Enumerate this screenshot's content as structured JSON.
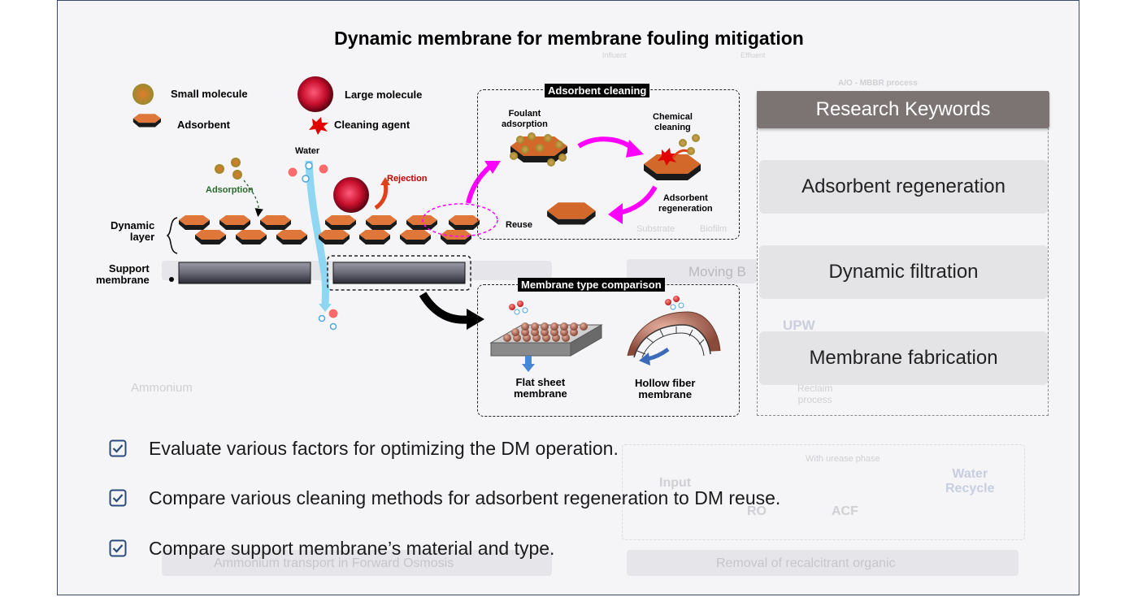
{
  "title": "Dynamic membrane for membrane fouling mitigation",
  "legend": {
    "small_molecule": "Small molecule",
    "large_molecule": "Large molecule",
    "adsorbent": "Adsorbent",
    "cleaning_agent": "Cleaning agent"
  },
  "diagram": {
    "water": "Water",
    "adsorption": "Adsorption",
    "rejection": "Rejection",
    "dynamic_layer": "Dynamic\nlayer",
    "support_membrane": "Support\nmembrane"
  },
  "adsorbent_cleaning": {
    "title": "Adsorbent cleaning",
    "foulant_adsorption": "Foulant\nadsorption",
    "chemical_cleaning": "Chemical\ncleaning",
    "adsorbent_regeneration": "Adsorbent\nregeneration",
    "reuse": "Reuse"
  },
  "membrane_comparison": {
    "title": "Membrane type comparison",
    "flat_sheet": "Flat sheet\nmembrane",
    "hollow_fiber": "Hollow fiber\nmembrane"
  },
  "keywords": {
    "header": "Research Keywords",
    "items": [
      "Adsorbent regeneration",
      "Dynamic filtration",
      "Membrane fabrication"
    ]
  },
  "checklist": [
    "Evaluate various factors for optimizing the DM operation.",
    "Compare various cleaning methods for adsorbent regeneration to DM reuse.",
    "Compare support membrane’s material and type."
  ],
  "background": {
    "ammonium": "Ammonium",
    "moving_b": "Moving B",
    "upw": "UPW",
    "reclaim_process": "Reclaim\nprocess",
    "with_urease_phase": "With urease phase",
    "input": "Input",
    "ro": "RO",
    "acf": "ACF",
    "water_recycle": "Water\nRecycle",
    "ao_mbbr": "A/O - MBBR process",
    "influent": "Influent",
    "effluent": "Effluent",
    "substrate": "Substrate",
    "biofilm": "Biofilm",
    "ammonium_transport": "Ammonium transport in Forward Osmosis",
    "removal_recalcitrant": "Removal of recalcitrant organic"
  },
  "colors": {
    "keyword_header": "#7b7472",
    "keyword_item": "#e4e4e6",
    "arrow_magenta": "#ff00ff",
    "check_color": "#2a4a7a",
    "adsorbent": "#c8521a"
  }
}
